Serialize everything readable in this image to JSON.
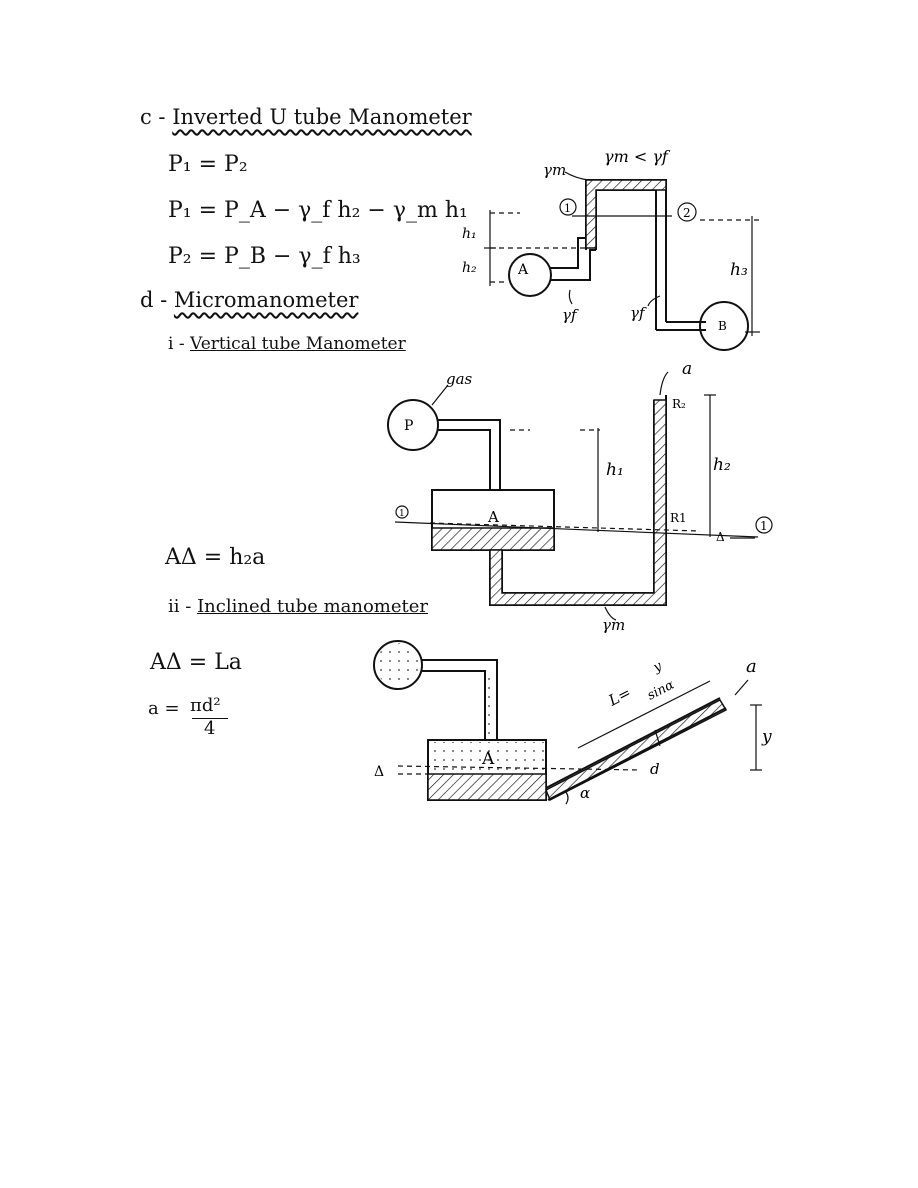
{
  "section_c": {
    "prefix": "c -",
    "title": "Inverted U tube Manometer",
    "eq1": "P₁ = P₂",
    "eq2": "P₁ = P_A − γ_f h₂ − γ_m h₁",
    "eq3": "P₂ = P_B − γ_f h₃"
  },
  "section_d": {
    "prefix": "d -",
    "title": "Micromanometer"
  },
  "section_i": {
    "prefix": "i -",
    "title": "Vertical tube Manometer",
    "equation": "AΔ = h₂a"
  },
  "section_ii": {
    "prefix": "ii -",
    "title": "Inclined tube manometer",
    "eq1": "AΔ = La",
    "eq2_lhs": "a =",
    "eq2_num": "πd²",
    "eq2_den": "4"
  },
  "fig_inverted_u": {
    "gamma_m": "γm",
    "condition": "γm < γf",
    "point_1": "1",
    "point_2": "2",
    "h1": "h₁",
    "h2": "h₂",
    "h3": "h₃",
    "pipe_a": "A",
    "pipe_b": "B",
    "gamma_f_left": "γf",
    "gamma_f_right": "γf"
  },
  "fig_vertical": {
    "gas": "gas",
    "point_p": "P",
    "a": "a",
    "r2": "R₂",
    "r1": "R1",
    "h1": "h₁",
    "h2": "h₂",
    "A": "A",
    "delta": "Δ",
    "marker_left": "1",
    "marker_right": "1",
    "gamma_m": "γm"
  },
  "fig_inclined": {
    "A": "A",
    "delta": "Δ",
    "L_num": "y",
    "L_lhs": "L=",
    "L_den": "sinα",
    "a": "a",
    "y": "y",
    "d": "d",
    "alpha": "α"
  }
}
